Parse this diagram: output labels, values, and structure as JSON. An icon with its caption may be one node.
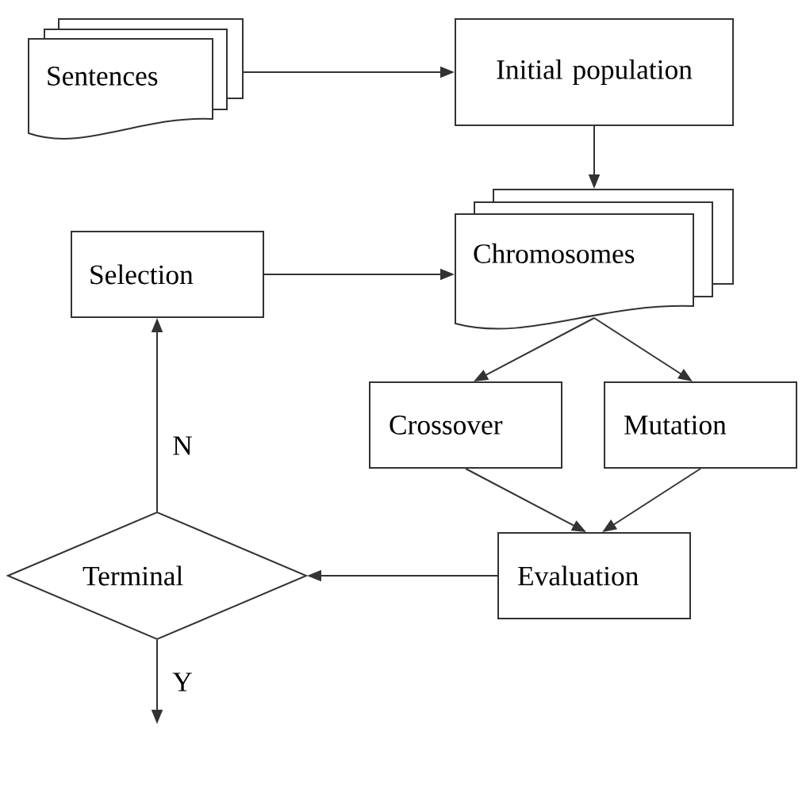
{
  "diagram": {
    "nodes": [
      {
        "text": [
          "Sentences"
        ]
      },
      {
        "text": [
          "Initial population"
        ]
      },
      {
        "text": [
          "Selection"
        ]
      },
      {
        "text": [
          "Chromosomes"
        ]
      },
      {
        "text": [
          "Crossover"
        ]
      },
      {
        "text": [
          "Mutation"
        ]
      },
      {
        "text": [
          "Terminal"
        ]
      },
      {
        "text": [
          "Evaluation"
        ]
      }
    ],
    "edges": [
      {
        "from": 0,
        "to": 1,
        "arrow": "to"
      },
      {
        "from": 1,
        "to": 3,
        "arrow": "to"
      },
      {
        "from": 2,
        "to": 3,
        "arrow": "to"
      },
      {
        "from": 3,
        "to": 4,
        "arrow": "to"
      },
      {
        "from": 3,
        "to": 5,
        "arrow": "to"
      },
      {
        "from": 4,
        "to": 7,
        "arrow": "to"
      },
      {
        "from": 5,
        "to": 7,
        "arrow": "to"
      },
      {
        "from": 7,
        "to": 6,
        "arrow": "to"
      },
      {
        "from": 6,
        "to": 2,
        "arrow": "to",
        "label": "N"
      },
      {
        "from": 6,
        "to": null,
        "arrow": "to",
        "label": "Y"
      }
    ]
  }
}
